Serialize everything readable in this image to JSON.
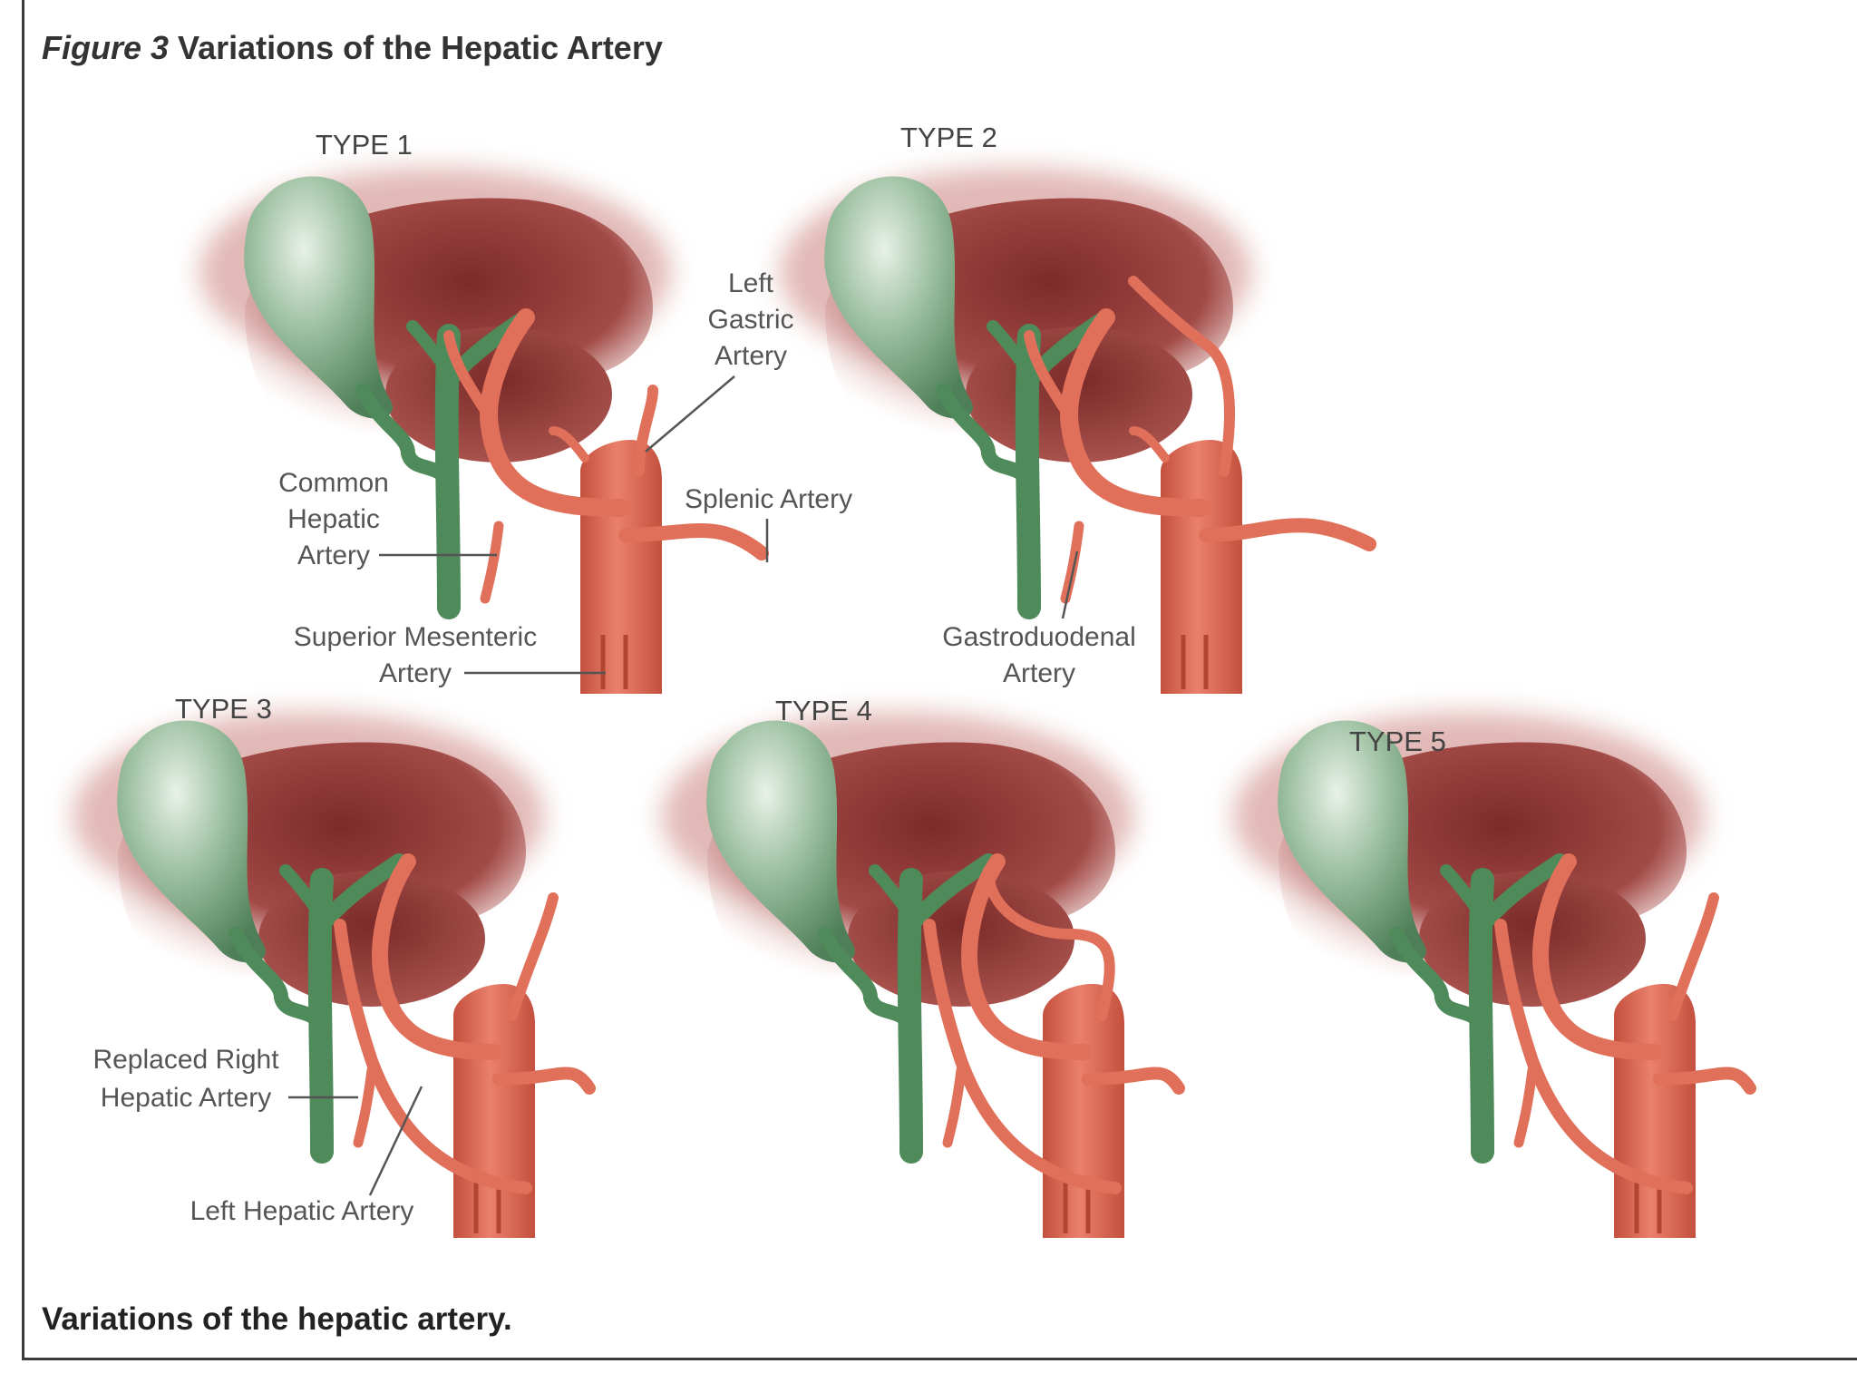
{
  "figure": {
    "prefix": "Figure 3",
    "title": "Variations of the Hepatic Artery",
    "caption": "Variations of the hepatic artery."
  },
  "types": [
    "TYPE 1",
    "TYPE 2",
    "TYPE 3",
    "TYPE 4",
    "TYPE 5"
  ],
  "labels": {
    "left_gastric": [
      "Left",
      "Gastric",
      "Artery"
    ],
    "common_hepatic": [
      "Common",
      "Hepatic",
      "Artery"
    ],
    "splenic": "Splenic Artery",
    "superior_mesenteric": [
      "Superior Mesenteric",
      "Artery"
    ],
    "gastroduodenal": [
      "Gastroduodenal",
      "Artery"
    ],
    "replaced_right_hepatic": [
      "Replaced Right",
      "Hepatic Artery"
    ],
    "left_hepatic": "Left Hepatic Artery"
  },
  "colors": {
    "liver": "#8e3a36",
    "liver_light": "#c98482",
    "gallbladder": "#7fa886",
    "duct": "#4f8a5a",
    "artery": "#e0705a",
    "artery_dark": "#b94a38"
  }
}
